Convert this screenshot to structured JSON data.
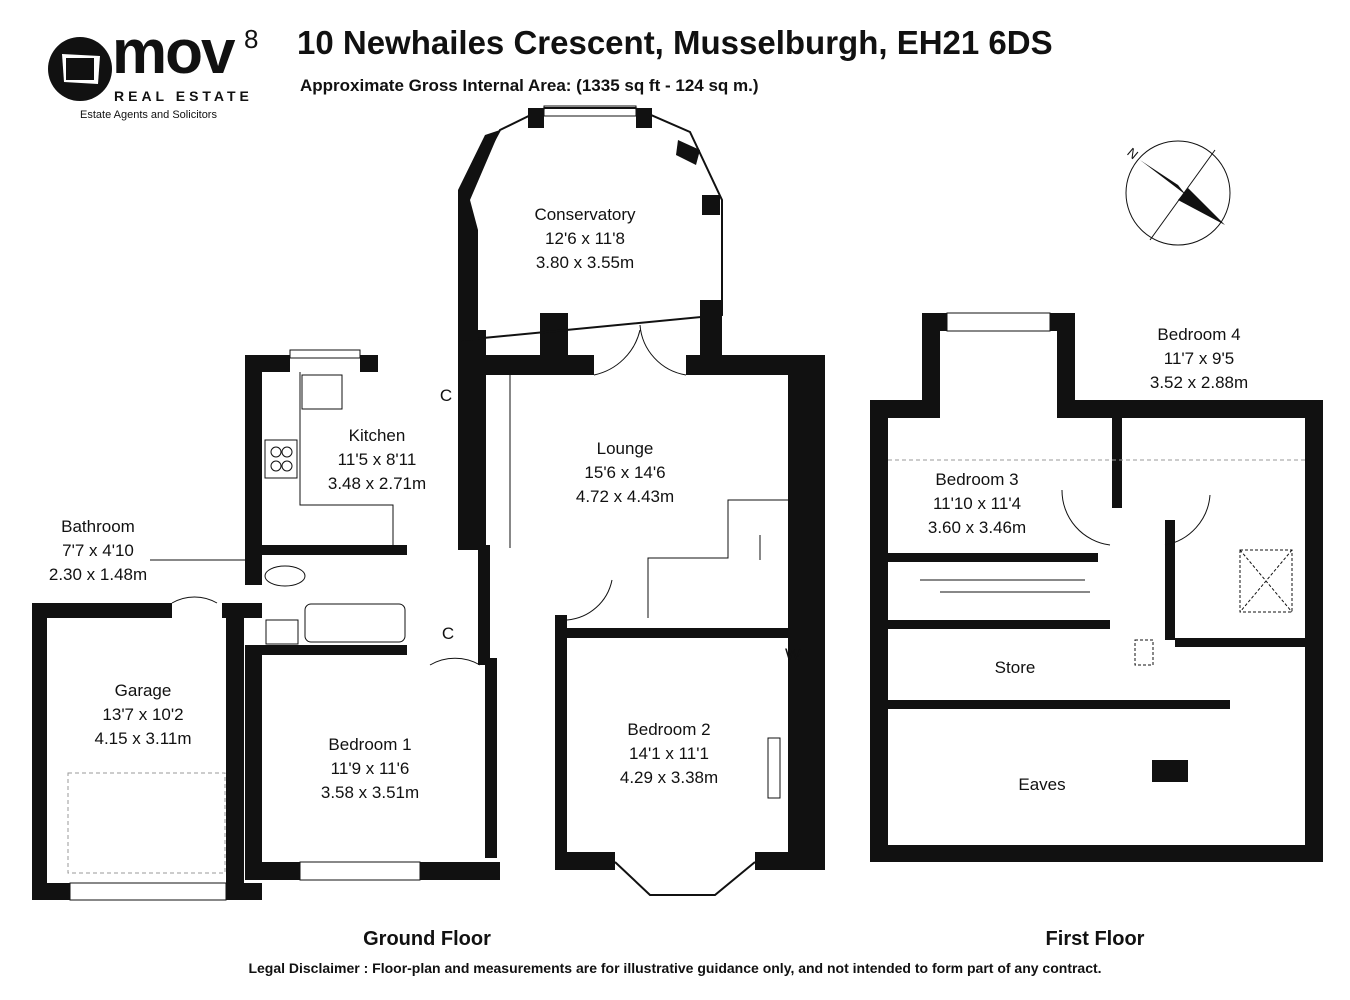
{
  "brand": {
    "name": "mov",
    "superscript": "8",
    "line2": "REAL ESTATE",
    "tagline": "Estate Agents and Solicitors"
  },
  "header": {
    "title": "10 Newhailes Crescent, Musselburgh, EH21 6DS",
    "area": "Approximate Gross Internal Area: (1335 sq ft - 124 sq m.)"
  },
  "ground_floor": {
    "label": "Ground Floor",
    "rooms": [
      {
        "name": "Conservatory",
        "imperial": "12'6 x 11'8",
        "metric": "3.80 x 3.55m"
      },
      {
        "name": "Kitchen",
        "imperial": "11'5 x 8'11",
        "metric": "3.48 x 2.71m"
      },
      {
        "name": "Lounge",
        "imperial": "15'6 x 14'6",
        "metric": "4.72 x 4.43m"
      },
      {
        "name": "Bathroom",
        "imperial": "7'7 x 4'10",
        "metric": "2.30 x 1.48m"
      },
      {
        "name": "Garage",
        "imperial": "13'7 x 10'2",
        "metric": "4.15 x 3.11m"
      },
      {
        "name": "Bedroom 1",
        "imperial": "11'9 x 11'6",
        "metric": "3.58 x 3.51m"
      },
      {
        "name": "Bedroom 2",
        "imperial": "14'1 x 11'1",
        "metric": "4.29 x 3.38m"
      }
    ],
    "cupboards": [
      "C",
      "C",
      "W"
    ]
  },
  "first_floor": {
    "label": "First Floor",
    "rooms": [
      {
        "name": "Bedroom 3",
        "imperial": "11'10 x 11'4",
        "metric": "3.60 x 3.46m"
      },
      {
        "name": "Bedroom 4",
        "imperial": "11'7 x 9'5",
        "metric": "3.52 x 2.88m"
      },
      {
        "name": "Store"
      },
      {
        "name": "Eaves"
      }
    ]
  },
  "compass": {
    "label": "N"
  },
  "disclaimer": "Legal Disclaimer : Floor-plan and measurements are for illustrative guidance only, and not intended to form part of any contract."
}
